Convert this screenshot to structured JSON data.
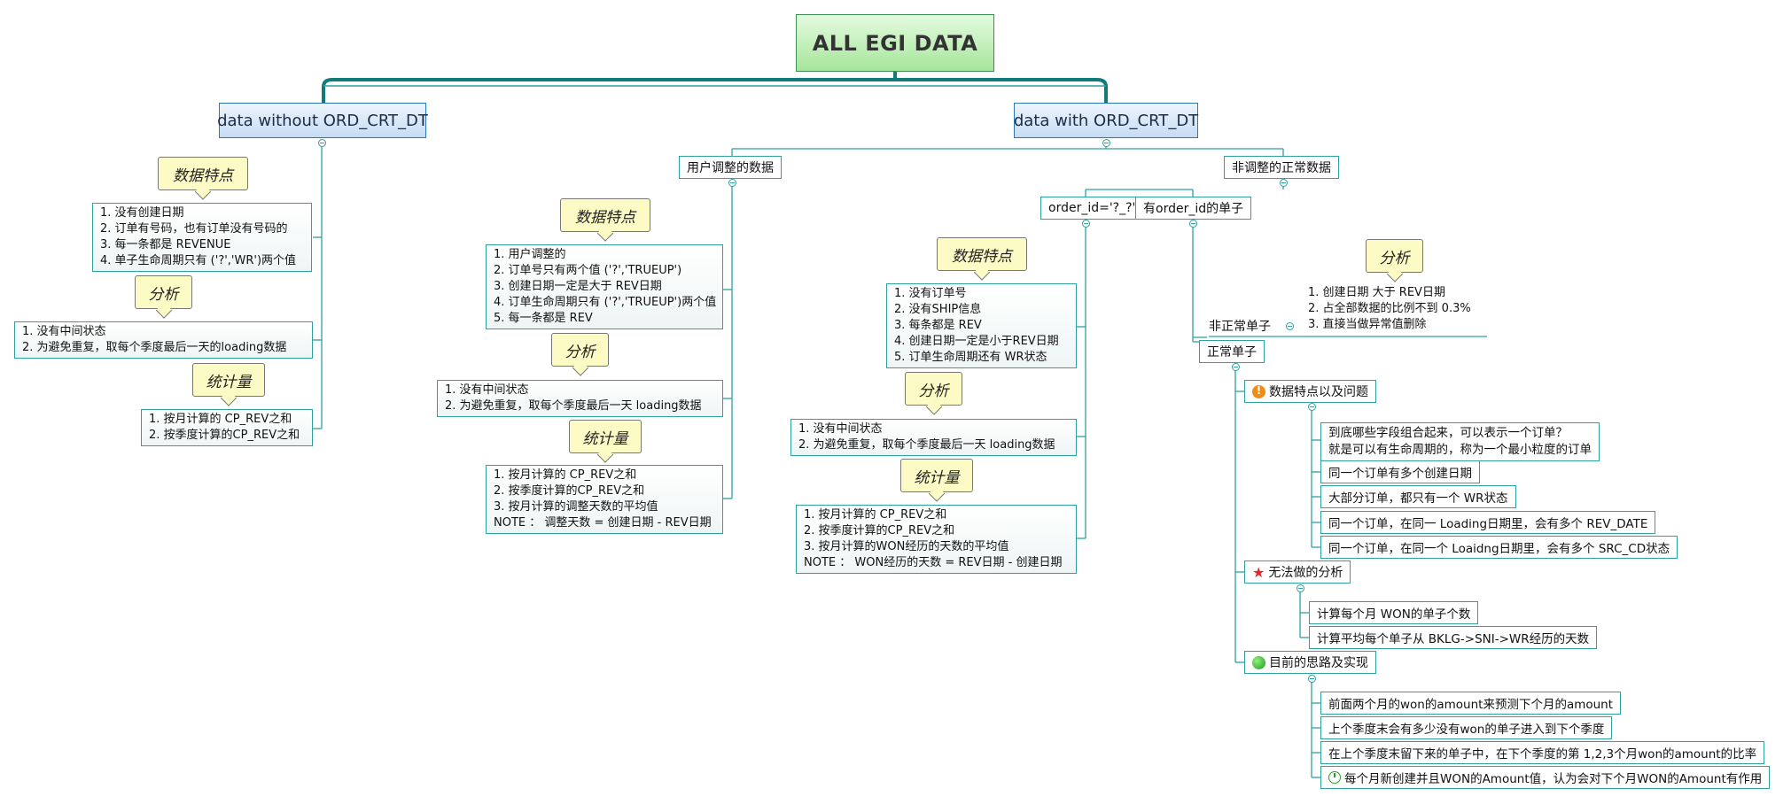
{
  "root": {
    "title": "ALL EGI DATA"
  },
  "left": {
    "title": "data without ORD_CRT_DT",
    "c1": "数据特点",
    "b1": [
      "1. 没有创建日期",
      "2. 订单有号码，也有订单没有号码的",
      "3. 每一条都是 REVENUE",
      "4. 单子生命周期只有 ('?','WR')两个值"
    ],
    "c2": "分析",
    "b2": [
      "1. 没有中间状态",
      "2. 为避免重复，取每个季度最后一天的loading数据"
    ],
    "c3": "统计量",
    "b3": [
      "1. 按月计算的 CP_REV之和",
      "2. 按季度计算的CP_REV之和"
    ]
  },
  "right": {
    "title": "data with ORD_CRT_DT"
  },
  "adj": {
    "title": "用户调整的数据",
    "c1": "数据特点",
    "b1": [
      "1. 用户调整的",
      "2. 订单号只有两个值 ('?','TRUEUP')",
      "3. 创建日期一定是大于 REV日期",
      "4. 订单生命周期只有 ('?','TRUEUP')两个值",
      "5. 每一条都是 REV"
    ],
    "c2": "分析",
    "b2": [
      "1. 没有中间状态",
      "2. 为避免重复，取每个季度最后一天 loading数据"
    ],
    "c3": "统计量",
    "b3": [
      "1. 按月计算的 CP_REV之和",
      "2. 按季度计算的CP_REV之和",
      "3. 按月计算的调整天数的平均值",
      "NOTE ： 调整天数 = 创建日期 - REV日期"
    ]
  },
  "normal": {
    "title": "非调整的正常数据"
  },
  "q": {
    "title": "order_id='?_?'",
    "c1": "数据特点",
    "b1": [
      "1. 没有订单号",
      "2. 没有SHIP信息",
      "3. 每条都是 REV",
      "4. 创建日期一定是小于REV日期",
      "5. 订单生命周期还有 WR状态"
    ],
    "c2": "分析",
    "b2": [
      "1. 没有中间状态",
      "2. 为避免重复，取每个季度最后一天 loading数据"
    ],
    "c3": "统计量",
    "b3": [
      "1. 按月计算的 CP_REV之和",
      "2. 按季度计算的CP_REV之和",
      "3. 按月计算的WON经历的天数的平均值",
      "NOTE ： WON经历的天数 = REV日期 - 创建日期"
    ]
  },
  "hasid": {
    "title": "有order_id的单子"
  },
  "abn": {
    "title": "非正常单子",
    "c1": "分析",
    "b1": [
      "1. 创建日期 大于 REV日期",
      "2. 占全部数据的比例不到 0.3%",
      "3. 直接当做异常值删除"
    ]
  },
  "ok": {
    "title": "正常单子"
  },
  "feat": {
    "title": "数据特点以及问题",
    "leaf0": [
      "到底哪些字段组合起来，可以表示一个订单？",
      "就是可以有生命周期的，称为一个最小粒度的订单"
    ],
    "leaves": [
      "同一个订单有多个创建日期",
      "大部分订单，都只有一个 WR状态",
      "同一个订单，在同一 Loading日期里，会有多个 REV_DATE",
      "同一个订单，在同一个 Loaidng日期里，会有多个 SRC_CD状态"
    ]
  },
  "cant": {
    "title": "无法做的分析",
    "leaves": [
      "计算每个月 WON的单子个数",
      "计算平均每个单子从 BKLG->SNI->WR经历的天数"
    ]
  },
  "cur": {
    "title": "目前的思路及实现",
    "leaves": [
      "前面两个月的won的amount来预测下个月的amount",
      "上个季度末会有多少没有won的单子进入到下个季度",
      "在上个季度末留下来的单子中，在下个季度的第 1,2,3个月won的amount的比率"
    ],
    "last": "每个月新创建并且WON的Amount值，认为会对下个月WON的Amount有作用"
  },
  "colors": {
    "line": "#2fa1a1",
    "topline": "#137a7a",
    "callout": "#fdfbc5"
  },
  "icons": [
    "warning-icon",
    "star-icon",
    "green-dot-icon",
    "clock-icon"
  ]
}
